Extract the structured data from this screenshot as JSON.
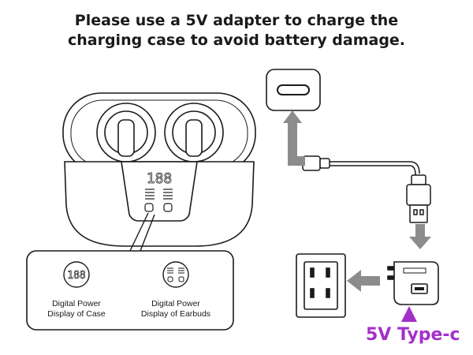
{
  "heading": {
    "line1": "Please use a 5V adapter to charge the",
    "line2": "charging case to avoid battery damage."
  },
  "callout": {
    "case_display": {
      "line1": "Digital Power",
      "line2": "Display of Case",
      "digits": "188"
    },
    "earbuds_display": {
      "line1": "Digital Power",
      "line2": "Display of Earbuds"
    }
  },
  "case_display_digits": "188",
  "adapter_label": "5V Type-c",
  "colors": {
    "accent": "#a330c9",
    "arrow": "#8c8c8c",
    "line": "#1a1a1a"
  },
  "icons": [
    "usb-c-port-icon",
    "wall-outlet-icon",
    "power-adapter-icon",
    "up-arrow-icon"
  ]
}
